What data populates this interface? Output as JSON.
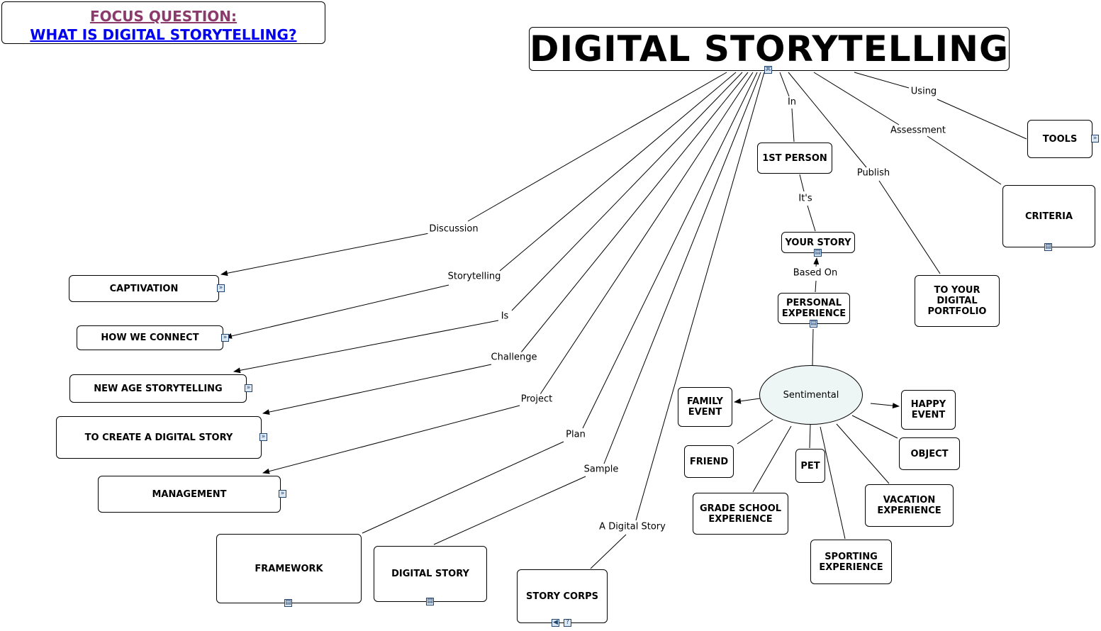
{
  "focus": {
    "label": "FOCUS QUESTION:",
    "question": "WHAT IS DIGITAL STORYTELLING?"
  },
  "title": "DIGITAL STORYTELLING",
  "nodes": {
    "captivation": "CAPTIVATION",
    "how_we_connect": "HOW WE CONNECT",
    "new_age": "NEW AGE STORYTELLING",
    "create_story": "TO CREATE A DIGITAL STORY",
    "management": "MANAGEMENT",
    "framework": "FRAMEWORK",
    "digital_story": "DIGITAL  STORY",
    "story_corps": "STORY CORPS",
    "first_person": "1ST PERSON",
    "your_story": "YOUR STORY",
    "personal_experience": "PERSONAL\nEXPERIENCE",
    "sentimental": "Sentimental",
    "family_event": "FAMILY\nEVENT",
    "happy_event": "HAPPY\nEVENT",
    "friend": "FRIEND",
    "pet": "PET",
    "object": "OBJECT",
    "grade_school": "GRADE SCHOOL\nEXPERIENCE",
    "vacation": "VACATION\nEXPERIENCE",
    "sporting": "SPORTING\nEXPERIENCE",
    "portfolio": "TO YOUR\nDIGITAL\nPORTFOLIO",
    "criteria": "CRITERIA",
    "tools": "TOOLS"
  },
  "links": {
    "discussion": "Discussion",
    "storytelling": "Storytelling",
    "is": "Is",
    "challenge": "Challenge",
    "project": "Project",
    "plan": "Plan",
    "sample": "Sample",
    "a_digital_story": "A Digital Story",
    "in": "In",
    "its": "It's",
    "based_on": "Based On",
    "publish": "Publish",
    "assessment": "Assessment",
    "using": "Using"
  },
  "colors": {
    "focus_label": "#8b3a6b",
    "focus_question": "#0000ee",
    "oval_fill": "#eef5f5"
  }
}
